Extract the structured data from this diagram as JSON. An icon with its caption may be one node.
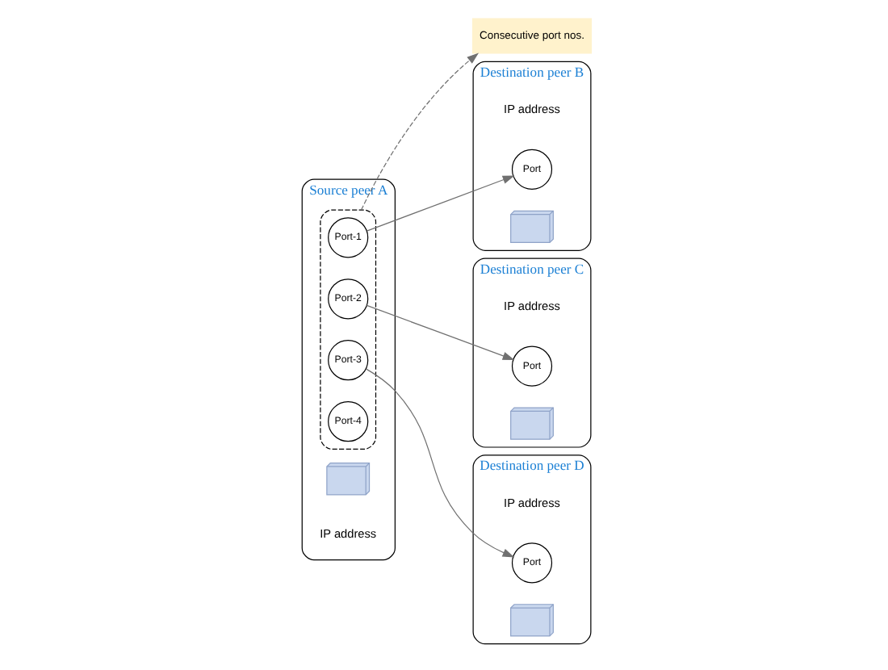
{
  "diagram": {
    "nodes": [
      {
        "text": [
          "Source peer A"
        ]
      },
      {
        "text": [],
        "shape": "computer",
        "in": 0
      },
      {
        "text": [
          "IP address"
        ],
        "in": 0
      },
      {
        "text": [],
        "shape": "box",
        "in": 0
      },
      {
        "text": [
          "Port-1"
        ],
        "in": 3
      },
      {
        "text": [
          "Port-2"
        ],
        "in": 3
      },
      {
        "text": [
          "Port-3"
        ],
        "in": 3
      },
      {
        "text": [
          "Port-4"
        ],
        "in": 3
      },
      {
        "text": [
          "Consecutive port nos."
        ]
      },
      {
        "text": [
          "Destination peer B"
        ]
      },
      {
        "text": [
          "IP address"
        ],
        "in": 9
      },
      {
        "text": [
          "Port"
        ],
        "in": 9
      },
      {
        "text": [],
        "shape": "computer",
        "in": 9
      },
      {
        "text": [
          "Destination peer C"
        ]
      },
      {
        "text": [
          "IP address"
        ],
        "in": 13
      },
      {
        "text": [
          "Port"
        ],
        "in": 13
      },
      {
        "text": [],
        "shape": "computer",
        "in": 13
      },
      {
        "text": [
          "Destination peer D"
        ]
      },
      {
        "text": [
          "IP address"
        ],
        "in": 17
      },
      {
        "text": [
          "Port"
        ],
        "in": 17
      },
      {
        "text": [],
        "shape": "computer",
        "in": 17
      }
    ],
    "edges": [
      {
        "from": 3,
        "to": 8,
        "arrow": "to",
        "style": "dashed"
      },
      {
        "from": 4,
        "to": 11,
        "arrow": "to"
      },
      {
        "from": 5,
        "to": 15,
        "arrow": "to"
      },
      {
        "from": 6,
        "to": 19,
        "arrow": "to"
      }
    ]
  }
}
